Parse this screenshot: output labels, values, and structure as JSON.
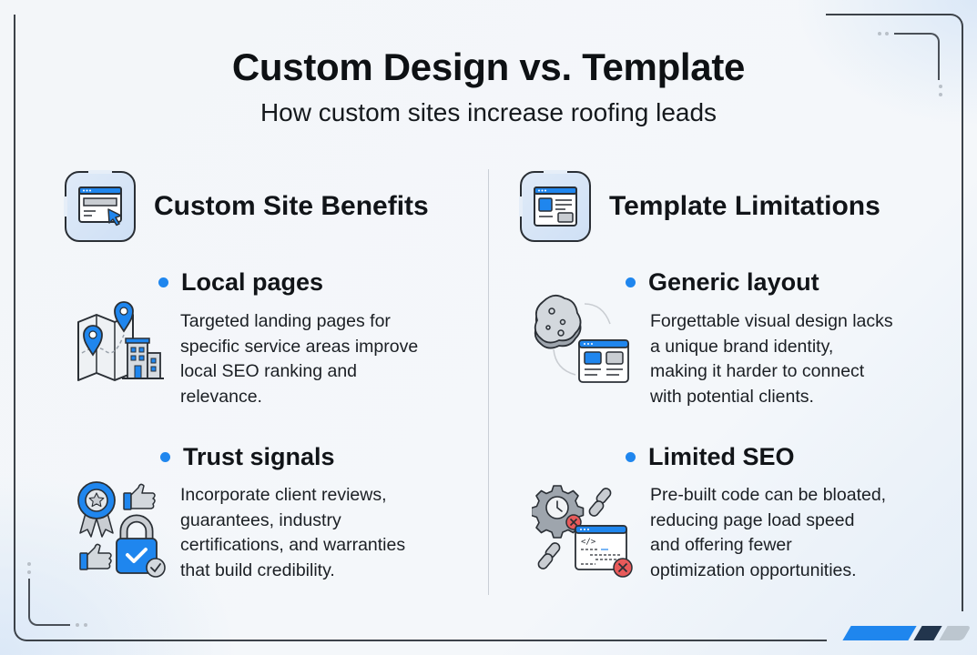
{
  "header": {
    "title": "Custom Design vs. Template",
    "subtitle": "How custom sites increase roofing leads"
  },
  "colors": {
    "accent_blue": "#1f86ee",
    "navy": "#22354d",
    "light_gray": "#bcc6cf",
    "error_red": "#e85a5a",
    "text": "#111418",
    "background": "#f3f6f9"
  },
  "columns": [
    {
      "heading": "Custom Site Benefits",
      "icon": "browser-cursor-icon",
      "items": [
        {
          "title": "Local pages",
          "icon": "map-pin-building-icon",
          "lines": [
            "Targeted landing pages for",
            "specific service areas improve",
            "local SEO ranking and",
            "relevance."
          ]
        },
        {
          "title": "Trust signals",
          "icon": "award-thumbs-lock-icon",
          "lines": [
            "Incorporate client reviews,",
            "guarantees, industry",
            "certifications, and warranties",
            "that build credibility."
          ]
        }
      ]
    },
    {
      "heading": "Template Limitations",
      "icon": "browser-layout-icon",
      "items": [
        {
          "title": "Generic layout",
          "icon": "cookie-cutter-layout-icon",
          "lines": [
            "Forgettable visual design lacks",
            "a unique brand identity,",
            "making it harder to connect",
            "with potential clients."
          ]
        },
        {
          "title": "Limited SEO",
          "icon": "gear-broken-link-code-icon",
          "lines": [
            "Pre-built code can be bloated,",
            "reducing page load speed",
            "and offering fewer",
            "optimization opportunities."
          ]
        }
      ]
    }
  ]
}
